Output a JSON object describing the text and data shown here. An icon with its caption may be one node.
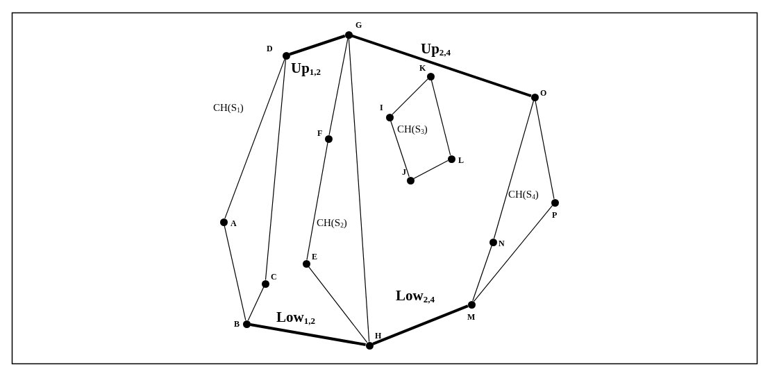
{
  "diagram": {
    "nodes": [
      {
        "text": [],
        "shape": "circle",
        "beside": [
          "G"
        ]
      },
      {
        "text": [],
        "shape": "circle",
        "beside": [
          "D"
        ]
      },
      {
        "text": [],
        "shape": "circle",
        "beside": [
          "K"
        ]
      },
      {
        "text": [],
        "shape": "circle",
        "beside": [
          "O"
        ]
      },
      {
        "text": [],
        "shape": "circle",
        "beside": [
          "I"
        ]
      },
      {
        "text": [],
        "shape": "circle",
        "beside": [
          "F"
        ]
      },
      {
        "text": [],
        "shape": "circle",
        "beside": [
          "L"
        ]
      },
      {
        "text": [],
        "shape": "circle",
        "beside": [
          "J"
        ]
      },
      {
        "text": [],
        "shape": "circle",
        "beside": [
          "P"
        ]
      },
      {
        "text": [],
        "shape": "circle",
        "beside": [
          "A"
        ]
      },
      {
        "text": [],
        "shape": "circle",
        "beside": [
          "N"
        ]
      },
      {
        "text": [],
        "shape": "circle",
        "beside": [
          "E"
        ]
      },
      {
        "text": [],
        "shape": "circle",
        "beside": [
          "C"
        ]
      },
      {
        "text": [],
        "shape": "circle",
        "beside": [
          "M"
        ]
      },
      {
        "text": [],
        "shape": "circle",
        "beside": [
          "B"
        ]
      },
      {
        "text": [],
        "shape": "circle",
        "beside": [
          "H"
        ]
      }
    ],
    "edges": [
      {
        "from": 1,
        "to": 0,
        "arrow": "none",
        "style": "thick",
        "label": "Up$_{1,2}$"
      },
      {
        "from": 0,
        "to": 3,
        "arrow": "none",
        "style": "thick",
        "label": "Up$_{2,4}$"
      },
      {
        "from": 1,
        "to": 9,
        "arrow": "none"
      },
      {
        "from": 9,
        "to": 14,
        "arrow": "none"
      },
      {
        "from": 14,
        "to": 12,
        "arrow": "none"
      },
      {
        "from": 12,
        "to": 1,
        "arrow": "none"
      },
      {
        "from": 0,
        "to": 5,
        "arrow": "none"
      },
      {
        "from": 5,
        "to": 11,
        "arrow": "none"
      },
      {
        "from": 11,
        "to": 15,
        "arrow": "none"
      },
      {
        "from": 15,
        "to": 0,
        "arrow": "none"
      },
      {
        "from": 14,
        "to": 15,
        "arrow": "none",
        "style": "thick",
        "label": "Low$_{1,2}$"
      },
      {
        "from": 15,
        "to": 13,
        "arrow": "none",
        "style": "thick",
        "label": "Low$_{2,4}$"
      },
      {
        "from": 13,
        "to": 10,
        "arrow": "none"
      },
      {
        "from": 10,
        "to": 3,
        "arrow": "none"
      },
      {
        "from": 3,
        "to": 8,
        "arrow": "none"
      },
      {
        "from": 8,
        "to": 13,
        "arrow": "none"
      },
      {
        "from": 2,
        "to": 4,
        "arrow": "none"
      },
      {
        "from": 4,
        "to": 7,
        "arrow": "none"
      },
      {
        "from": 7,
        "to": 6,
        "arrow": "none"
      },
      {
        "from": 6,
        "to": 2,
        "arrow": "none"
      }
    ],
    "labels": [
      "CH(S$_{1}$)",
      "CH(S$_{3}$)",
      "CH(S$_{4}$)",
      "CH(S$_{2}$)"
    ]
  }
}
